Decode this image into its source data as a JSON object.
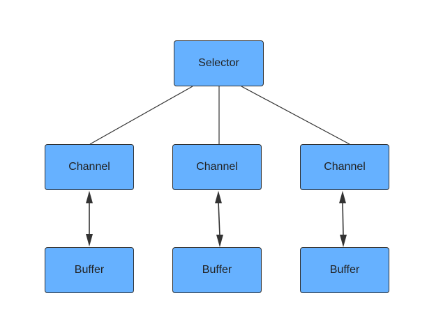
{
  "colors": {
    "node_fill": "#66b1ff",
    "node_border": "#2e2e2e",
    "edge": "#333333"
  },
  "nodes": {
    "selector": {
      "label": "Selector"
    },
    "channels": [
      {
        "label": "Channel"
      },
      {
        "label": "Channel"
      },
      {
        "label": "Channel"
      }
    ],
    "buffers": [
      {
        "label": "Buffer"
      },
      {
        "label": "Buffer"
      },
      {
        "label": "Buffer"
      }
    ]
  },
  "edges": [
    {
      "from": "Selector",
      "to": "Channel 1",
      "kind": "line"
    },
    {
      "from": "Selector",
      "to": "Channel 2",
      "kind": "line"
    },
    {
      "from": "Selector",
      "to": "Channel 3",
      "kind": "line"
    },
    {
      "from": "Channel 1",
      "to": "Buffer 1",
      "kind": "bidirectional-arrow"
    },
    {
      "from": "Channel 2",
      "to": "Buffer 2",
      "kind": "bidirectional-arrow"
    },
    {
      "from": "Channel 3",
      "to": "Buffer 3",
      "kind": "bidirectional-arrow"
    }
  ]
}
